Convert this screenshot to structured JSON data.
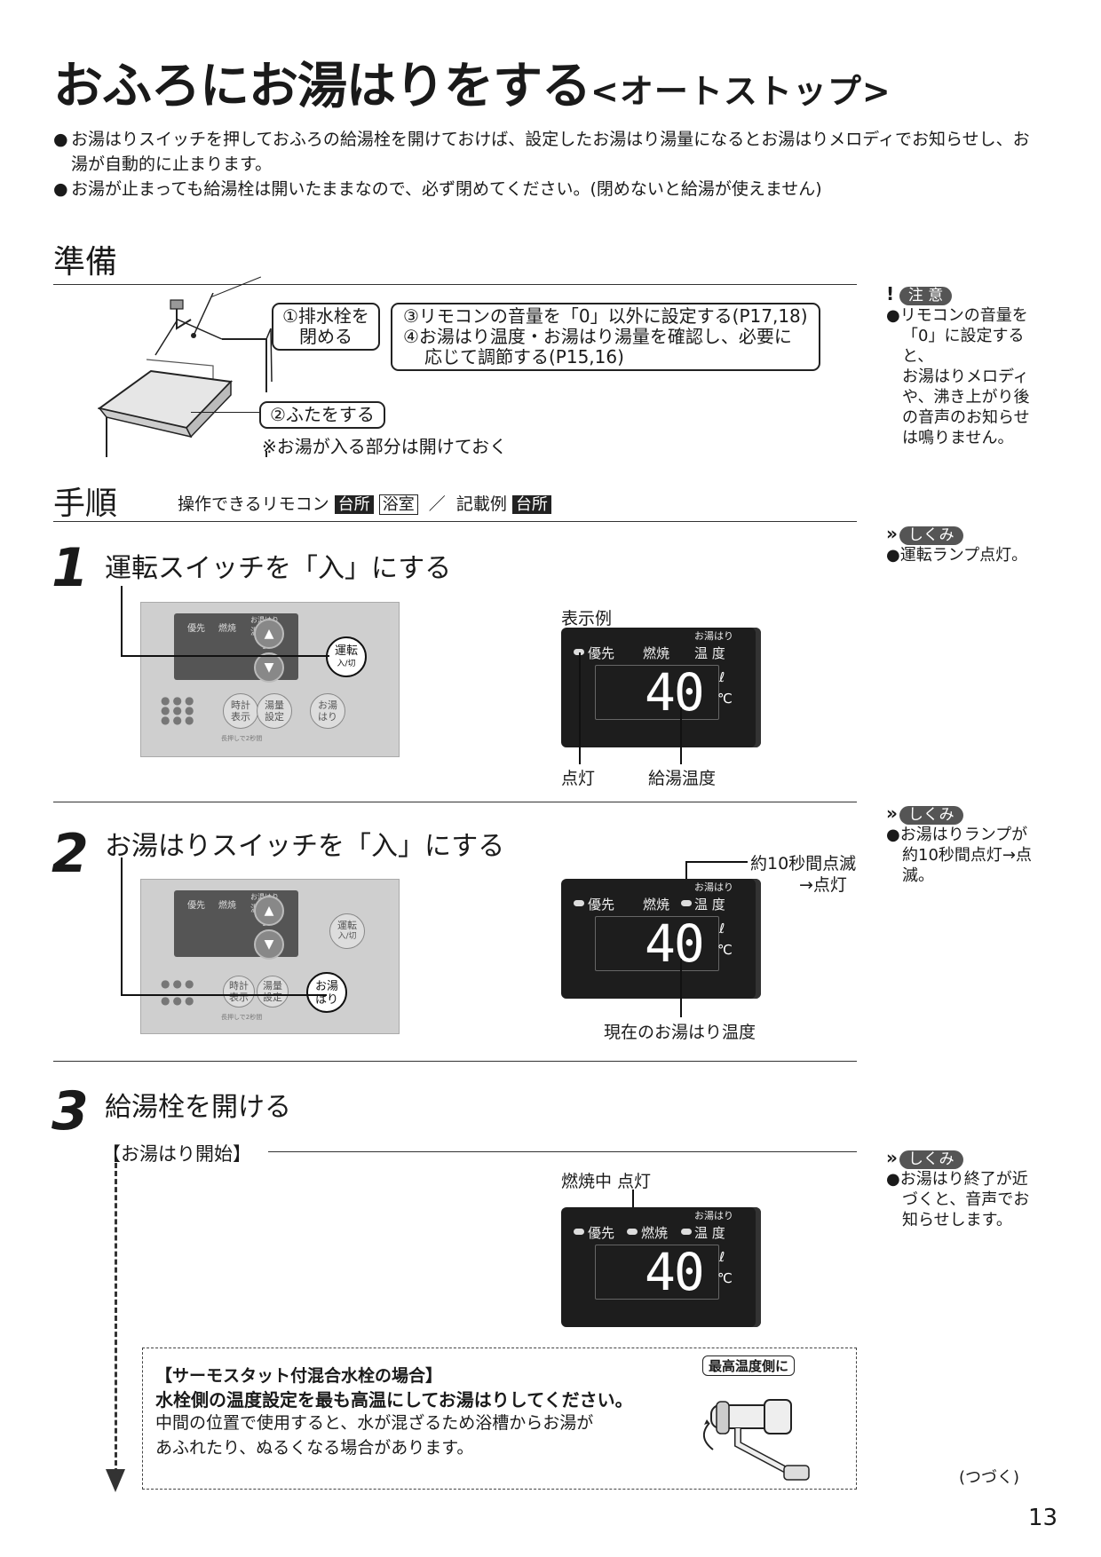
{
  "title": {
    "main": "おふろにお湯はりをする",
    "sub": "<オートストップ>"
  },
  "intro": {
    "bullets": [
      "お湯はりスイッチを押しておふろの給湯栓を開けておけば、設定したお湯はり湯量になるとお湯はりメロディでお知らせし、お湯が自動的に止まります。",
      "お湯が止まっても給湯栓は開いたままなので、必ず閉めてください。(閉めないと給湯が使えません)"
    ],
    "bullet_mark": "●"
  },
  "prep": {
    "heading": "準備",
    "callout1": [
      "①排水栓を",
      "閉める"
    ],
    "callout2": [
      "③リモコンの音量を「0」以外に設定する(P17,18)",
      "④お湯はり温度・お湯はり湯量を確認し、必要に",
      "応じて調節する(P15,16)"
    ],
    "callout3": "②ふたをする",
    "note": "※お湯が入る部分は開けておく"
  },
  "side_notes": {
    "caution_label": "注 意",
    "caution_text": [
      "●リモコンの音量を",
      "「0」に設定すると、",
      "お湯はりメロディ",
      "や、沸き上がり後",
      "の音声のお知らせ",
      "は鳴りません。"
    ],
    "shikumi_label": "しくみ",
    "note1": [
      "●運転ランプ点灯。"
    ],
    "note2": [
      "●お湯はりランプが",
      "約10秒間点灯→点",
      "滅。"
    ],
    "note3": [
      "●お湯はり終了が近",
      "づくと、音声でお",
      "知らせします。"
    ]
  },
  "procedure": {
    "heading": "手順",
    "remote_label": "操作できるリモコン",
    "tag_kitchen": "台所",
    "tag_bath": "浴室",
    "sep": "／",
    "example_label": "記載例",
    "tag_example": "台所"
  },
  "steps": [
    {
      "num": "1",
      "title": "運転スイッチを「入」にする",
      "display_caption": "表示例",
      "label_a": "点灯",
      "label_b": "給湯温度"
    },
    {
      "num": "2",
      "title": "お湯はりスイッチを「入」にする",
      "label_a1": "約10秒間点滅",
      "label_a2": "→点灯",
      "label_b": "現在のお湯はり温度"
    },
    {
      "num": "3",
      "title": "給湯栓を開ける",
      "start_label": "【お湯はり開始】",
      "display_caption": "燃焼中 点灯"
    }
  ],
  "display": {
    "yusen": "優先",
    "nensho": "燃焼",
    "oyuhari": "お湯はり",
    "ondo": "温 度",
    "value": "40",
    "unit_l": "ℓ",
    "unit_c": "℃"
  },
  "remote": {
    "yusen": "優先",
    "nensho": "燃焼",
    "oyuhari": "お湯はり",
    "ondo": "温 度",
    "unten": "運転",
    "iri": "入/切",
    "tokei": "時計",
    "hyoji": "表示",
    "yuryo": "湯量",
    "settei": "設定",
    "oyu": "お湯",
    "hari": "はり",
    "up": "▲",
    "down": "▼",
    "unit_l": "ℓ",
    "unit_c": "℃",
    "fine": "●●●",
    "small": "長押しで2秒間"
  },
  "thermo": {
    "title": "【サーモスタット付混合水栓の場合】",
    "bold": "水栓側の温度設定を最も高温にしてお湯はりしてください。",
    "text": [
      "中間の位置で使用すると、水が混ざるため浴槽からお湯が",
      "あふれたり、ぬるくなる場合があります。"
    ],
    "faucet_label": "最高温度側に"
  },
  "footer": {
    "continued": "(つづく)",
    "page": "13"
  }
}
